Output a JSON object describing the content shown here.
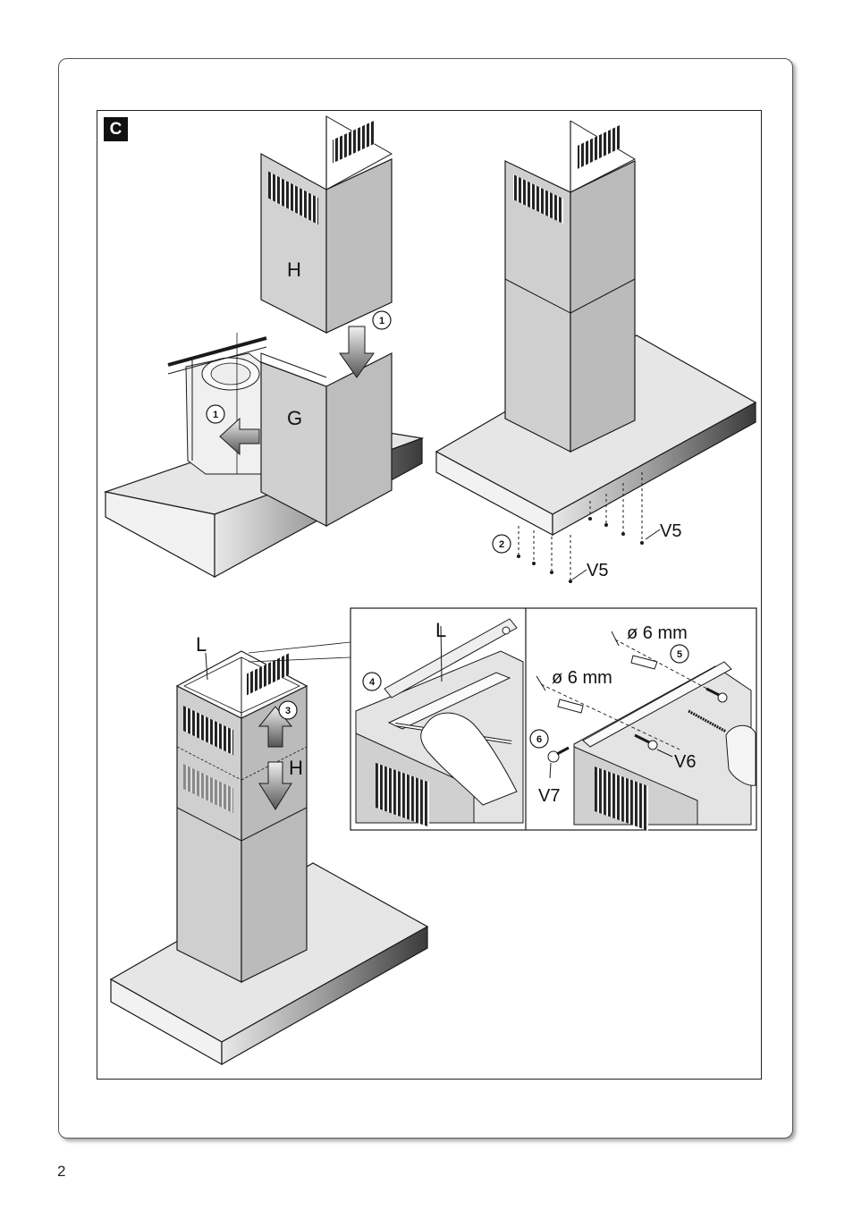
{
  "section_label": "C",
  "page_number": "2",
  "labels": {
    "h_upper_chimney": "H",
    "g_lower_chimney": "G",
    "v5_a": "V5",
    "v5_b": "V5",
    "l_main": "L",
    "h_bottom": "H",
    "l_detail": "L",
    "diam_a": "ø 6 mm",
    "diam_b": "ø 6 mm",
    "v6": "V6",
    "v7": "V7"
  },
  "steps": {
    "s1a": "1",
    "s1b": "1",
    "s2": "2",
    "s3": "3",
    "s4": "4",
    "s5": "5",
    "s6": "6"
  },
  "colors": {
    "outline": "#1a1a1a",
    "steel_light": "#d9d9d9",
    "steel_mid": "#c4c4c4",
    "steel_dark": "#8a8a8a"
  }
}
